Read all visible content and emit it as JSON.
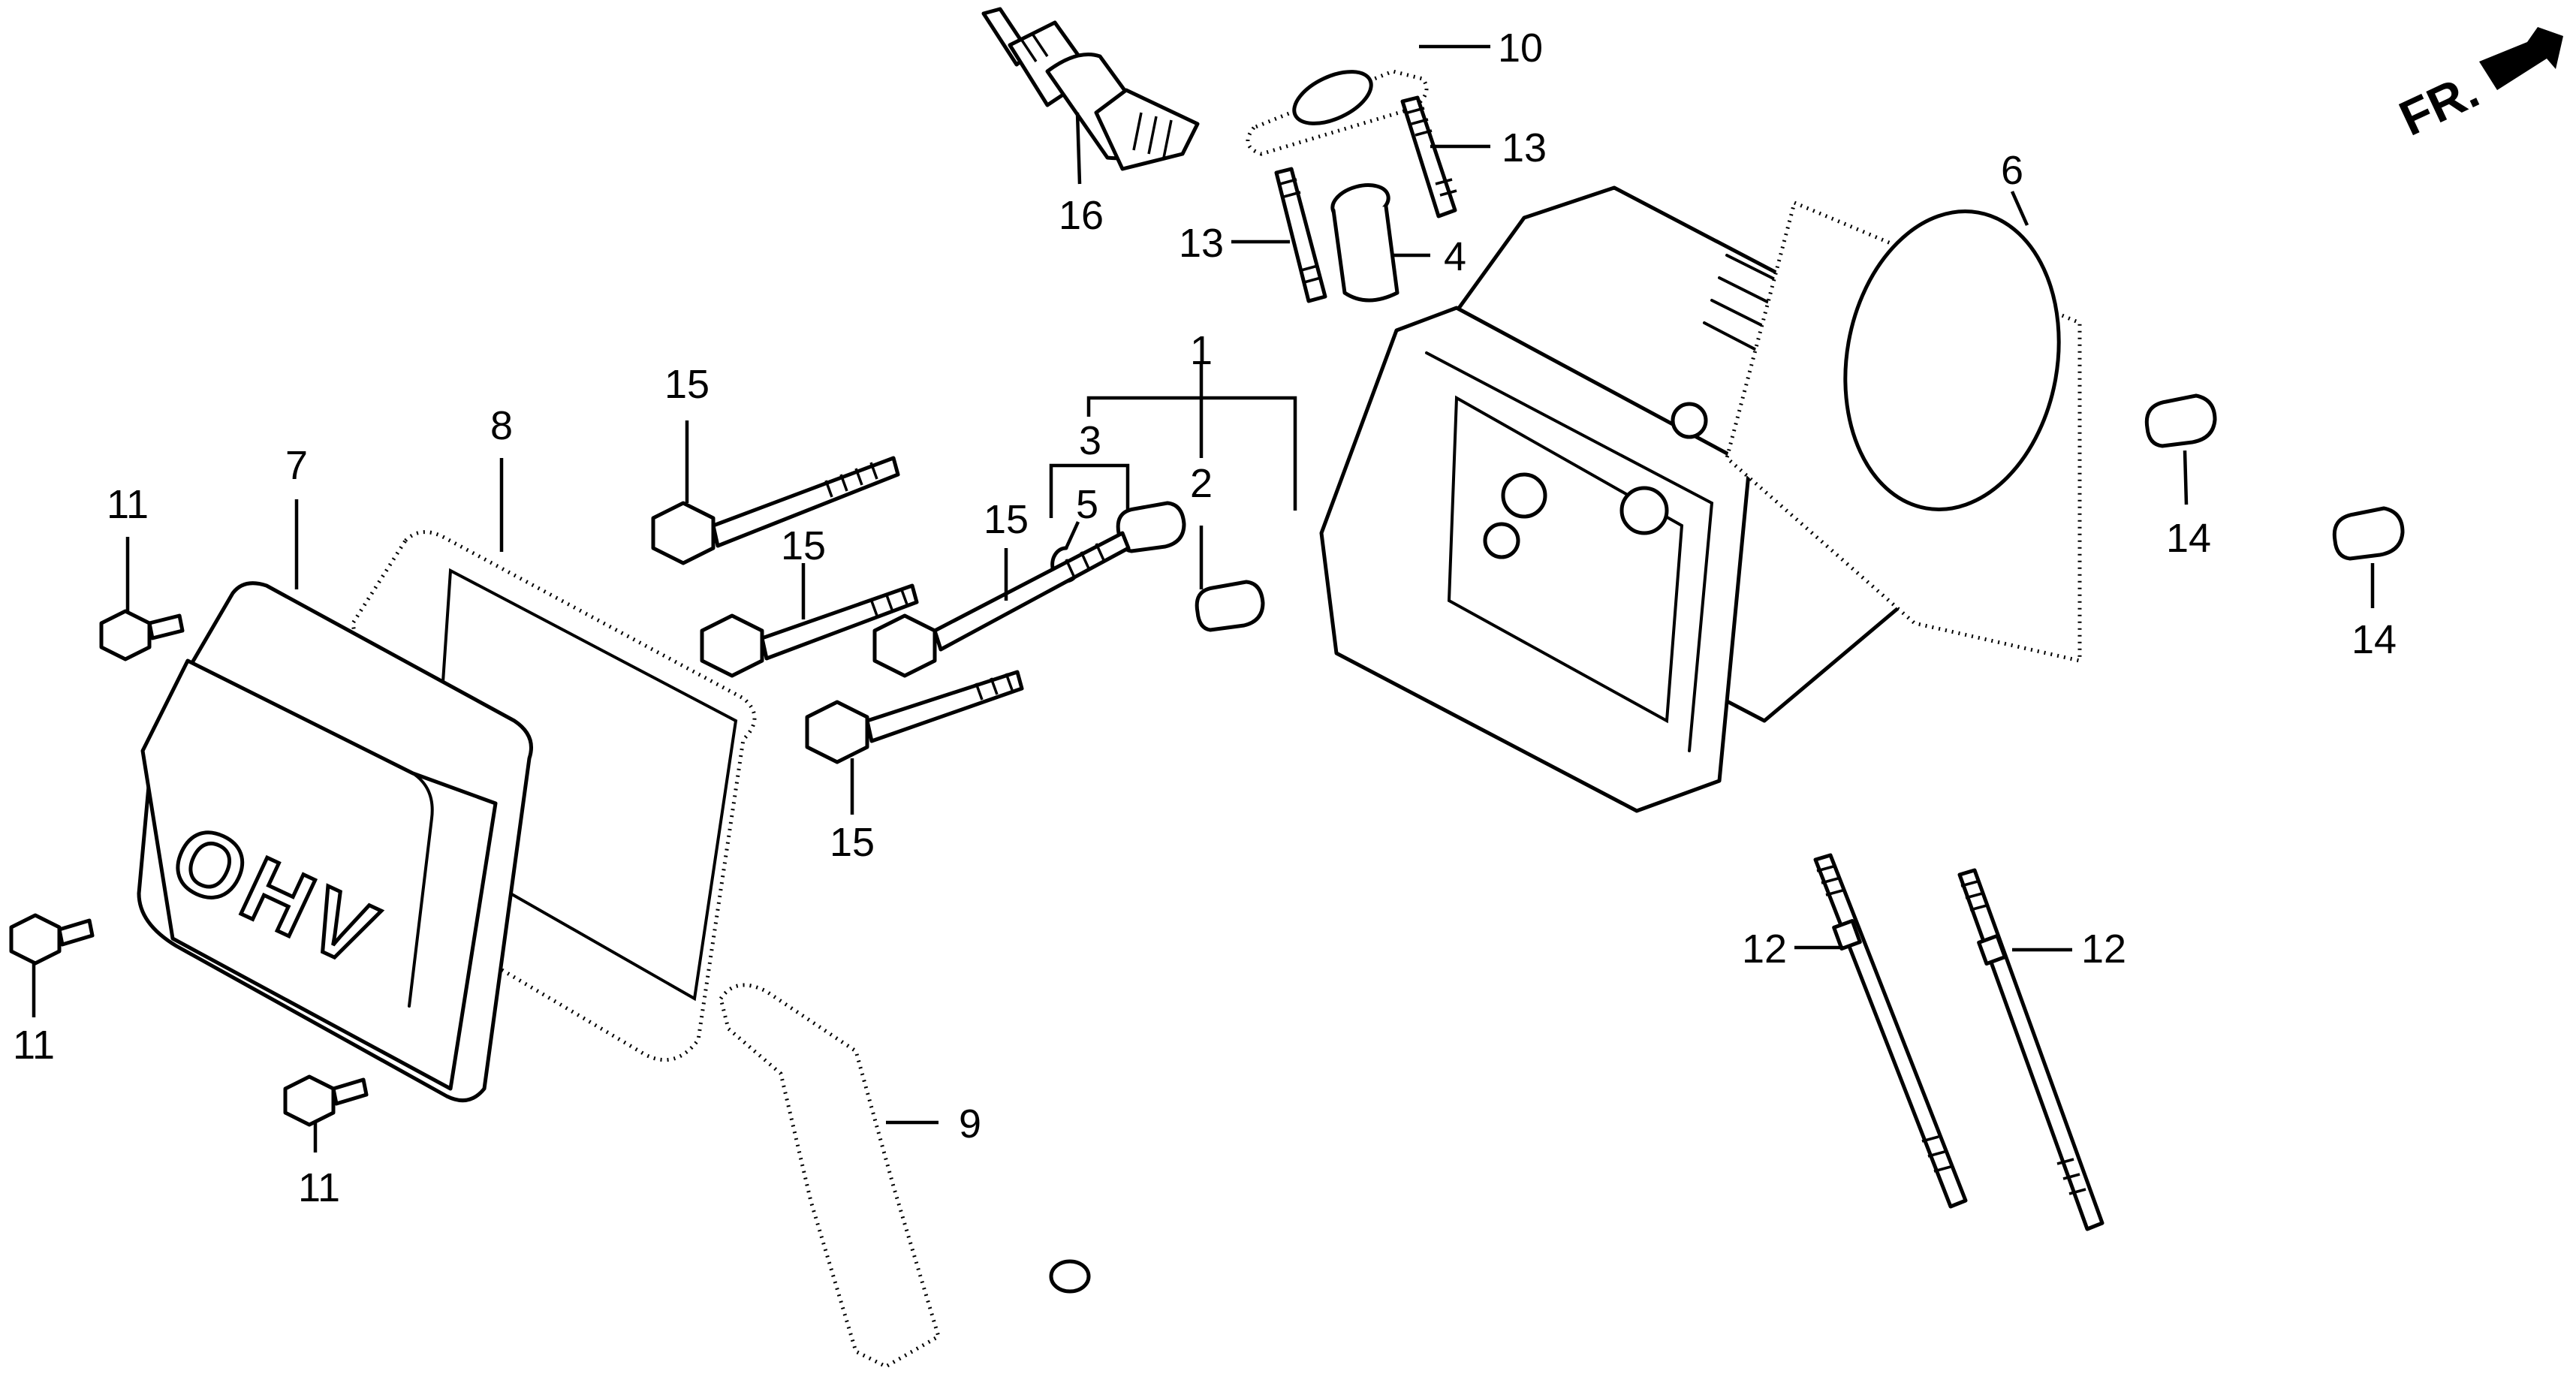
{
  "diagram": {
    "title": "Cylinder Head Exploded View",
    "direction_indicator": {
      "label": "FR.",
      "icon": "front-direction-arrow-icon"
    },
    "cover_embossing": "OHV",
    "callouts": [
      {
        "id": "1",
        "label": "1",
        "part": "cylinder-head-assembly"
      },
      {
        "id": "2",
        "label": "2",
        "part": "dowel-pin"
      },
      {
        "id": "3",
        "label": "3",
        "part": "breather-assembly"
      },
      {
        "id": "4",
        "label": "4",
        "part": "intake-insulator"
      },
      {
        "id": "5",
        "label": "5",
        "part": "clip"
      },
      {
        "id": "6",
        "label": "6",
        "part": "cylinder-head-gasket"
      },
      {
        "id": "7",
        "label": "7",
        "part": "head-cover"
      },
      {
        "id": "8",
        "label": "8",
        "part": "head-cover-gasket"
      },
      {
        "id": "9",
        "label": "9",
        "part": "breather-tube"
      },
      {
        "id": "10",
        "label": "10",
        "part": "insulator-gasket"
      },
      {
        "id": "11a",
        "label": "11",
        "part": "flange-bolt"
      },
      {
        "id": "11b",
        "label": "11",
        "part": "flange-bolt"
      },
      {
        "id": "11c",
        "label": "11",
        "part": "flange-bolt"
      },
      {
        "id": "12a",
        "label": "12",
        "part": "stud-bolt-long"
      },
      {
        "id": "12b",
        "label": "12",
        "part": "stud-bolt-long"
      },
      {
        "id": "13a",
        "label": "13",
        "part": "stud-bolt"
      },
      {
        "id": "13b",
        "label": "13",
        "part": "stud-bolt"
      },
      {
        "id": "14a",
        "label": "14",
        "part": "dowel-pin"
      },
      {
        "id": "14b",
        "label": "14",
        "part": "dowel-pin"
      },
      {
        "id": "15a",
        "label": "15",
        "part": "flange-bolt-long"
      },
      {
        "id": "15b",
        "label": "15",
        "part": "flange-bolt-long"
      },
      {
        "id": "15c",
        "label": "15",
        "part": "flange-bolt-long"
      },
      {
        "id": "15d",
        "label": "15",
        "part": "flange-bolt-long"
      },
      {
        "id": "16",
        "label": "16",
        "part": "spark-plug"
      }
    ]
  }
}
